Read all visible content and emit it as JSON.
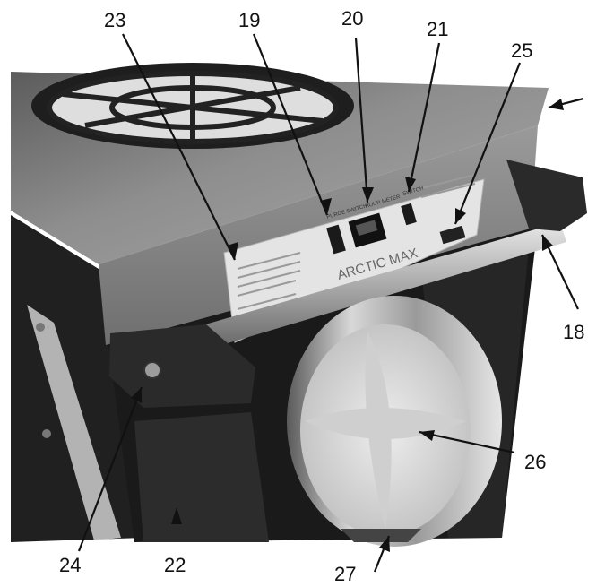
{
  "callouts": {
    "c23": "23",
    "c19": "19",
    "c20": "20",
    "c21": "21",
    "c25": "25",
    "c18": "18",
    "c26": "26",
    "c24": "24",
    "c22": "22",
    "c27": "27"
  },
  "panel": {
    "brand": "ARCTIC MAX",
    "label_purge": "PURGE SWITCH",
    "label_hour": "HOUR METER",
    "label_switch": "SWITCH"
  },
  "colors": {
    "background": "#ffffff",
    "callout_text": "#111111",
    "leader_line": "#111111",
    "metal_top": "#8a8a8a",
    "metal_dark": "#3a3a3a",
    "cabinet_black": "#1c1c1c",
    "label_panel": "#e6e6e6",
    "duct_steel": "#b9b9b9"
  }
}
